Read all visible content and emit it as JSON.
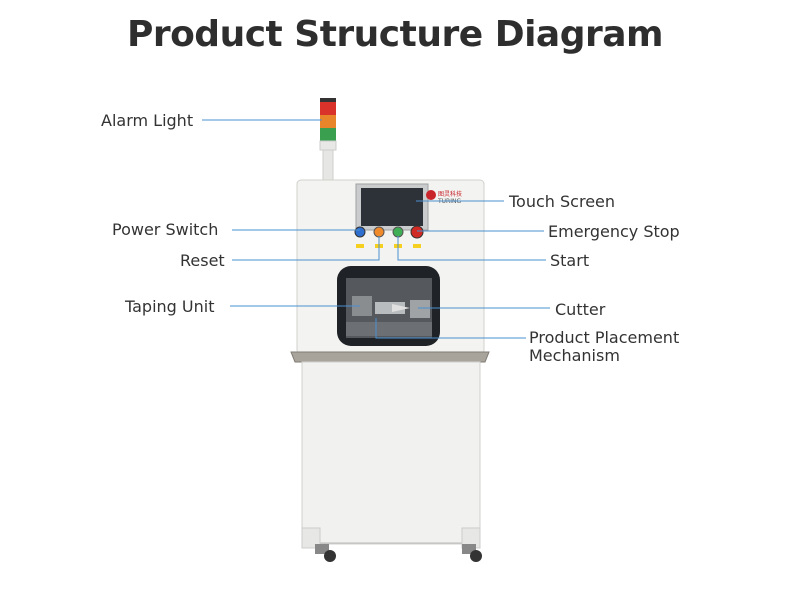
{
  "title": "Product Structure Diagram",
  "labels": {
    "alarm_light": "Alarm Light",
    "touch_screen": "Touch Screen",
    "power_switch": "Power Switch",
    "emergency_stop": "Emergency Stop",
    "reset": "Reset",
    "start": "Start",
    "taping_unit": "Taping Unit",
    "cutter": "Cutter",
    "product_placement_line1": "Product Placement",
    "product_placement_line2": "Mechanism"
  },
  "machine": {
    "brand_cn": "图灵科技",
    "brand_en": "TURING"
  },
  "colors": {
    "leader": "#4a90d0",
    "body": "#f2f2f0",
    "alarm_red": "#d8322a",
    "alarm_orange": "#e8852a",
    "alarm_green": "#3aa050",
    "logo_red": "#c8242a"
  }
}
